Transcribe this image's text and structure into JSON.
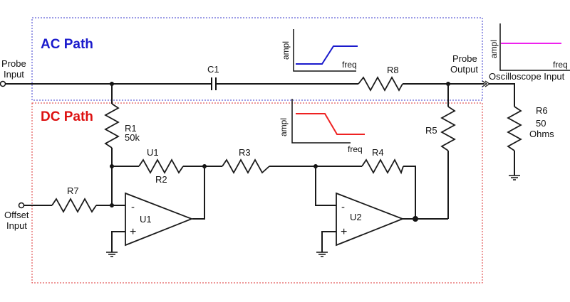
{
  "diagram": {
    "title": "Oscilloscope probe offset circuit with AC and DC paths",
    "sections": {
      "ac_path": {
        "label": "AC Path",
        "color": "#1a1acc"
      },
      "dc_path": {
        "label": "DC Path",
        "color": "#dd1111"
      }
    },
    "terminals": {
      "probe_input": [
        "Probe",
        "Input"
      ],
      "offset_input": [
        "Offset",
        "Input"
      ],
      "probe_output": [
        "Probe",
        "Output"
      ],
      "scope_input": "Oscilloscope Input"
    },
    "components": {
      "C1": "C1",
      "R1": "R1",
      "R1_value": "50k",
      "R2": "R2",
      "R3": "R3",
      "R4": "R4",
      "R5": "R5",
      "R6": "R6",
      "R6_value": [
        "50",
        "Ohms"
      ],
      "R7": "R7",
      "R8": "R8",
      "U1_label_top": "U1",
      "U1": "U1",
      "U2": "U2",
      "minus": "-",
      "plus": "+"
    },
    "insets": {
      "ac": {
        "ylabel": "ampl",
        "xlabel": "freq",
        "color": "#1a1acc",
        "shape": "high-pass (low then rising to high)"
      },
      "dc": {
        "ylabel": "ampl",
        "xlabel": "freq",
        "color": "#ee2222",
        "shape": "low-pass (high then falling to low)"
      },
      "scope": {
        "ylabel": "ampl",
        "xlabel": "freq",
        "color": "#ee22ee",
        "shape": "flat"
      }
    }
  }
}
